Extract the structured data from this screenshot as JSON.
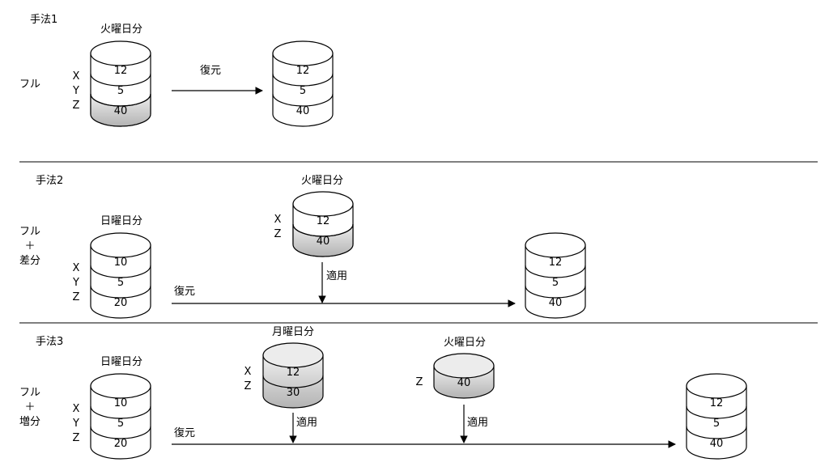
{
  "methods": [
    {
      "title": "手法1",
      "kind": [
        "フル"
      ],
      "backup_label": "火曜日分",
      "row_labels": [
        "X",
        "Y",
        "Z"
      ],
      "backup_values": [
        "12",
        "5",
        "40"
      ],
      "restore_label": "復元",
      "result_values": [
        "12",
        "5",
        "40"
      ]
    },
    {
      "title": "手法2",
      "kind": [
        "フル",
        "＋",
        "差分"
      ],
      "full_label": "日曜日分",
      "full_row_labels": [
        "X",
        "Y",
        "Z"
      ],
      "full_values": [
        "10",
        "5",
        "20"
      ],
      "diff_label": "火曜日分",
      "diff_row_labels": [
        "X",
        "Z"
      ],
      "diff_values": [
        "12",
        "40"
      ],
      "apply_label": "適用",
      "restore_label": "復元",
      "result_values": [
        "12",
        "5",
        "40"
      ]
    },
    {
      "title": "手法3",
      "kind": [
        "フル",
        "＋",
        "増分"
      ],
      "full_label": "日曜日分",
      "full_row_labels": [
        "X",
        "Y",
        "Z"
      ],
      "full_values": [
        "10",
        "5",
        "20"
      ],
      "inc1_label": "月曜日分",
      "inc1_row_labels": [
        "X",
        "Z"
      ],
      "inc1_values": [
        "12",
        "30"
      ],
      "inc2_label": "火曜日分",
      "inc2_row_labels": [
        "Z"
      ],
      "inc2_values": [
        "40"
      ],
      "apply_label": "適用",
      "apply_label_2": "適用",
      "restore_label": "復元",
      "result_values": [
        "12",
        "5",
        "40"
      ]
    }
  ],
  "colors": {
    "shaded_top": "#f0f0f0",
    "shaded_bottom": "#b3b3b3",
    "stroke": "#000000",
    "plain": "#ffffff"
  }
}
